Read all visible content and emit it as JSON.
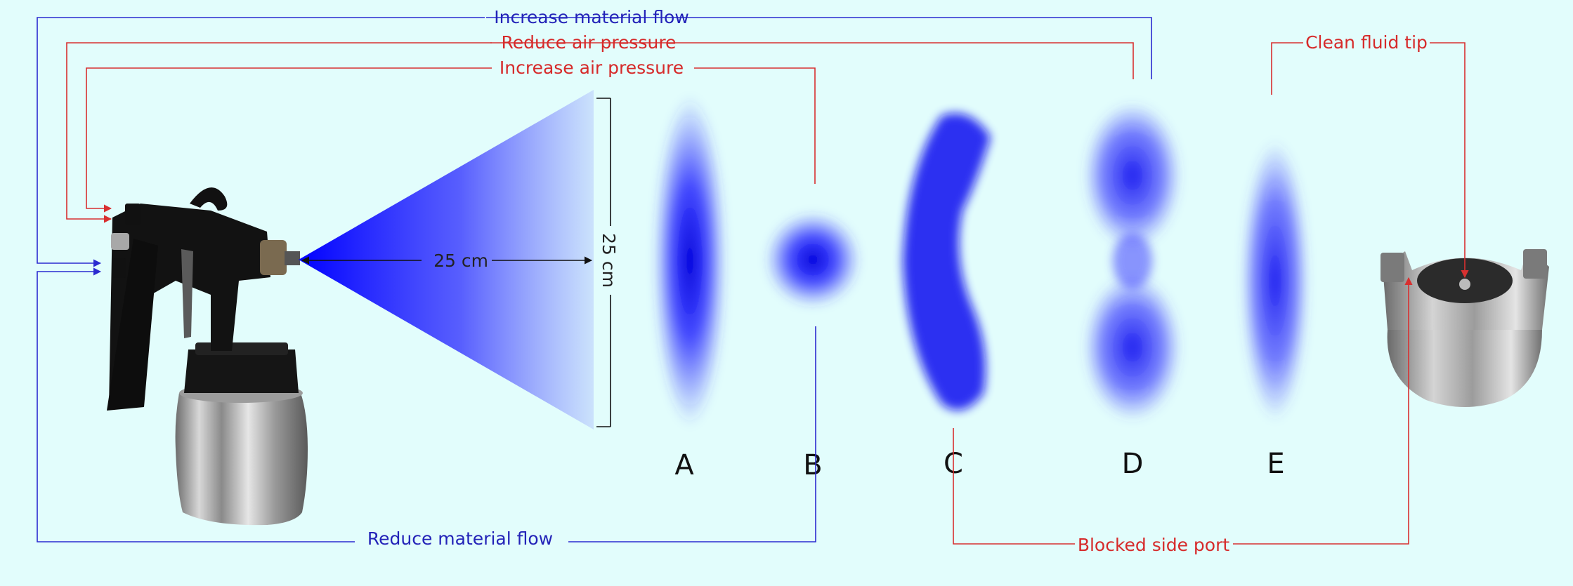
{
  "labels": {
    "increase_material_flow": "Increase material flow",
    "reduce_air_pressure": "Reduce air pressure",
    "increase_air_pressure": "Increase air pressure",
    "reduce_material_flow": "Reduce material flow",
    "clean_fluid_tip": "Clean fluid tip",
    "blocked_side_port": "Blocked side port",
    "distance": "25 cm",
    "width": "25 cm"
  },
  "patterns": [
    {
      "letter": "A"
    },
    {
      "letter": "B"
    },
    {
      "letter": "C"
    },
    {
      "letter": "D"
    },
    {
      "letter": "E"
    }
  ],
  "colors": {
    "background": "#e2fdfc",
    "spray": "#0000ff",
    "blue_line": "#2b2bd0",
    "red_line": "#d83030"
  }
}
